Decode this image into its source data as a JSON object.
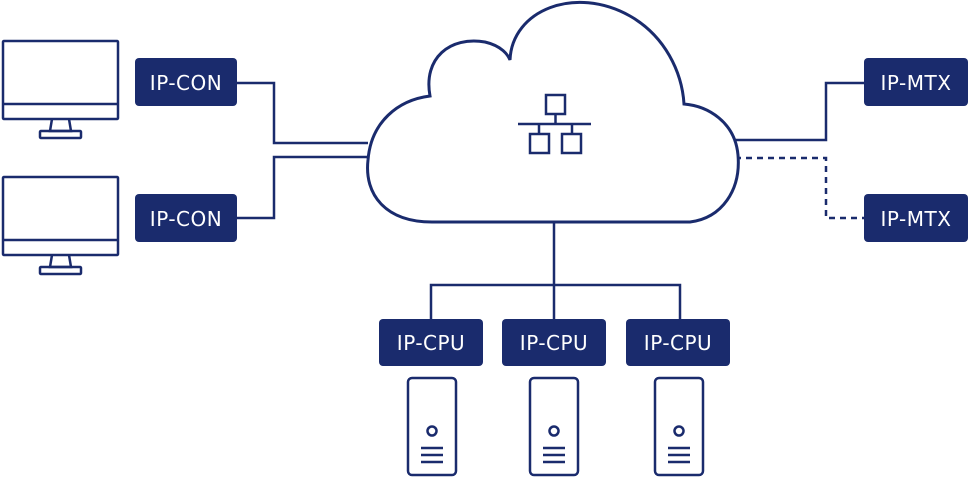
{
  "colors": {
    "primary": "#1a2b6d",
    "box_text": "#ffffff",
    "background": "#ffffff"
  },
  "consoles": [
    {
      "label": "IP-CON",
      "icon": "monitor-icon"
    },
    {
      "label": "IP-CON",
      "icon": "monitor-icon"
    }
  ],
  "matrices": [
    {
      "label": "IP-MTX",
      "link": "solid"
    },
    {
      "label": "IP-MTX",
      "link": "dashed"
    }
  ],
  "cpus": [
    {
      "label": "IP-CPU",
      "icon": "server-tower-icon"
    },
    {
      "label": "IP-CPU",
      "icon": "server-tower-icon"
    },
    {
      "label": "IP-CPU",
      "icon": "server-tower-icon"
    }
  ],
  "network": {
    "icon": "cloud-icon",
    "symbol": "network-topology-icon"
  }
}
